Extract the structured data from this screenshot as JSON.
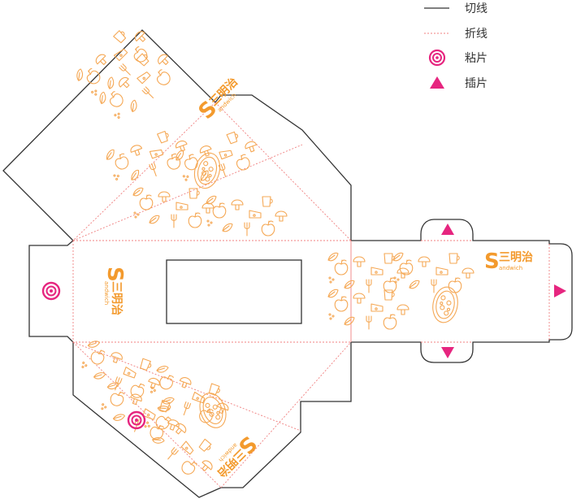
{
  "legend": {
    "cut_line": "切线",
    "fold_line": "折线",
    "glue_tab": "粘片",
    "insert_tab": "插片"
  },
  "brand": {
    "letter": "S",
    "name_cn": "三明治",
    "name_en": "andwich"
  },
  "colors": {
    "cut": "#333333",
    "fold": "#f08080",
    "accent": "#e6257f",
    "doodle": "#f5a855",
    "brand": "#f39a2d"
  }
}
